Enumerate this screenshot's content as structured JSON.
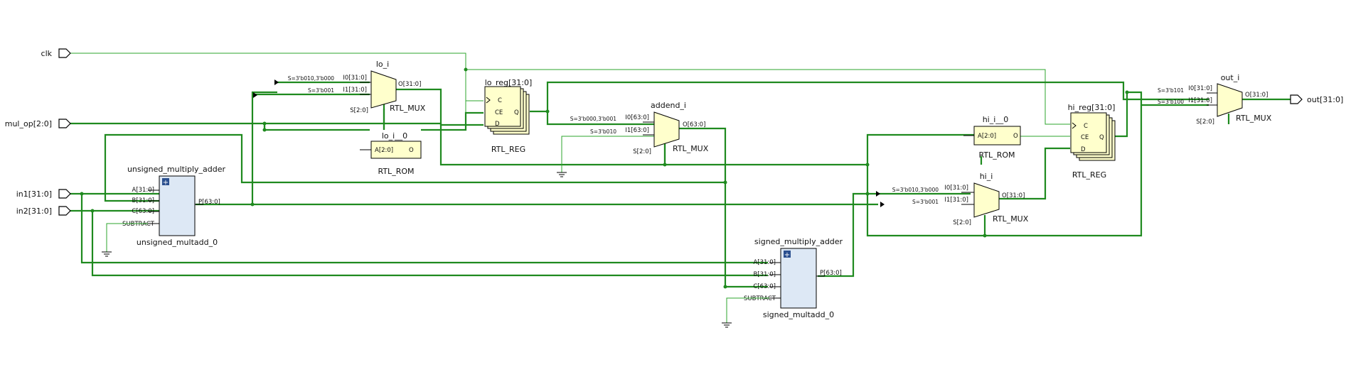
{
  "ports": {
    "clk": "clk",
    "mul_op": "mul_op[2:0]",
    "in1": "in1[31:0]",
    "in2": "in2[31:0]",
    "out": "out[31:0]"
  },
  "cells": {
    "lo_i": {
      "inst": "lo_i",
      "type": "RTL_MUX",
      "sel0": "S=3'b010,3'b000",
      "sel1": "S=3'b001",
      "i0": "I0[31:0]",
      "i1": "I1[31:0]",
      "s": "S[2:0]",
      "o": "O[31:0]"
    },
    "lo_i_0": {
      "inst": "lo_i__0",
      "type": "RTL_ROM",
      "a": "A[2:0]",
      "o": "O"
    },
    "lo_reg": {
      "inst": "lo_reg[31:0]",
      "type": "RTL_REG",
      "c": "C",
      "ce": "CE",
      "d": "D",
      "q": "Q"
    },
    "addend_i": {
      "inst": "addend_i",
      "type": "RTL_MUX",
      "sel0": "S=3'b000,3'b001",
      "sel1": "S=3'b010",
      "i0": "I0[63:0]",
      "i1": "I1[63:0]",
      "s": "S[2:0]",
      "o": "O[63:0]"
    },
    "hi_i_0": {
      "inst": "hi_i__0",
      "type": "RTL_ROM",
      "a": "A[2:0]",
      "o": "O"
    },
    "hi_reg": {
      "inst": "hi_reg[31:0]",
      "type": "RTL_REG",
      "c": "C",
      "ce": "CE",
      "d": "D",
      "q": "Q"
    },
    "hi_i": {
      "inst": "hi_i",
      "type": "RTL_MUX",
      "sel0": "S=3'b010,3'b000",
      "sel1": "S=3'b001",
      "i0": "I0[31:0]",
      "i1": "I1[31:0]",
      "s": "S[2:0]",
      "o": "O[31:0]"
    },
    "out_i": {
      "inst": "out_i",
      "type": "RTL_MUX",
      "sel0": "S=3'b101",
      "sel1": "S=3'b100",
      "i0": "I0[31:0]",
      "i1": "I1[31:0]",
      "s": "S[2:0]",
      "o": "O[31:0]"
    },
    "unsigned_mac": {
      "inst": "unsigned_multiply_adder",
      "type": "unsigned_multadd_0",
      "a": "A[31:0]",
      "b": "B[31:0]",
      "c": "C[63:0]",
      "sub": "SUBTRACT",
      "p": "P[63:0]",
      "plus": "+"
    },
    "signed_mac": {
      "inst": "signed_multiply_adder",
      "type": "signed_multadd_0",
      "a": "A[31:0]",
      "b": "B[31:0]",
      "c": "C[63:0]",
      "sub": "SUBTRACT",
      "p": "P[63:0]",
      "plus": "+"
    }
  },
  "colors": {
    "wire": "#1f8a1f",
    "cell": "#ffffcc",
    "dsp": "#dde8f5"
  }
}
